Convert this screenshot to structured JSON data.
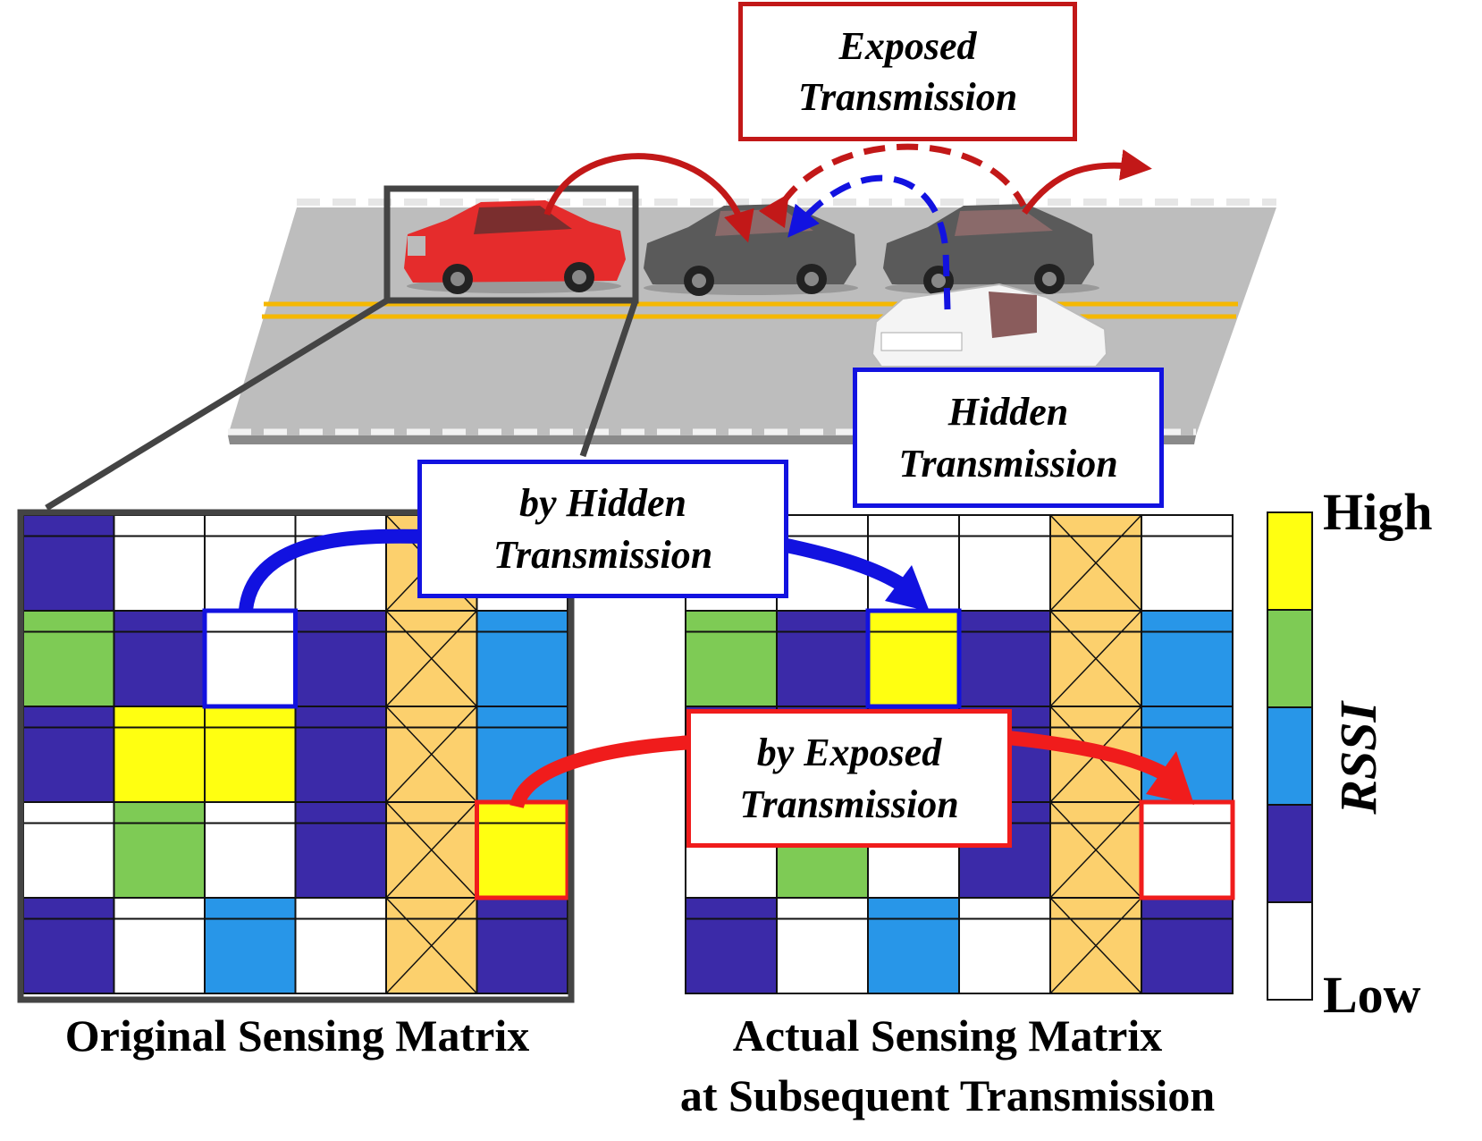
{
  "colors": {
    "high": "#ffff11",
    "mid_high": "#7ecb55",
    "mid_low": "#2896e8",
    "low": "#3b2aa8",
    "none": "#ffffff",
    "excluded": "#fcd06d",
    "exposed_arrow": "#c21818",
    "hidden_arrow": "#1212e0",
    "callout_red": "#f01c1c",
    "callout_blue": "#1212e0",
    "road": "#bdbdbd"
  },
  "boxes": {
    "exposed": {
      "line1": "Exposed",
      "line2": "Transmission"
    },
    "hidden": {
      "line1": "Hidden",
      "line2": "Transmission"
    },
    "by_hidden": {
      "line1": "by Hidden",
      "line2": "Transmission"
    },
    "by_exposed": {
      "line1": "by Exposed",
      "line2": "Transmission"
    }
  },
  "original_matrix": {
    "title": "Original Sensing Matrix",
    "rows": [
      [
        "low",
        "none",
        "none",
        "none",
        "excluded",
        "none"
      ],
      [
        "mid_high",
        "low",
        "none",
        "low",
        "excluded",
        "mid_low"
      ],
      [
        "low",
        "high",
        "high",
        "low",
        "excluded",
        "mid_low"
      ],
      [
        "none",
        "mid_high",
        "none",
        "low",
        "excluded",
        "high"
      ],
      [
        "low",
        "none",
        "mid_low",
        "none",
        "excluded",
        "low"
      ]
    ],
    "highlight_hidden": [
      1,
      2
    ],
    "highlight_exposed": [
      3,
      5
    ]
  },
  "actual_matrix": {
    "title_line1": "Actual Sensing Matrix",
    "title_line2": "at Subsequent Transmission",
    "rows": [
      [
        "none",
        "none",
        "none",
        "none",
        "excluded",
        "none"
      ],
      [
        "mid_high",
        "low",
        "high",
        "low",
        "excluded",
        "mid_low"
      ],
      [
        "low",
        "low",
        "low",
        "low",
        "excluded",
        "mid_low"
      ],
      [
        "none",
        "mid_high",
        "none",
        "low",
        "excluded",
        "none"
      ],
      [
        "low",
        "none",
        "mid_low",
        "none",
        "excluded",
        "low"
      ]
    ],
    "highlight_hidden": [
      1,
      2
    ],
    "highlight_exposed": [
      3,
      5
    ]
  },
  "legend": {
    "high_label": "High",
    "low_label": "Low",
    "axis_label": "RSSI",
    "order": [
      "high",
      "mid_high",
      "mid_low",
      "low",
      "none"
    ]
  }
}
